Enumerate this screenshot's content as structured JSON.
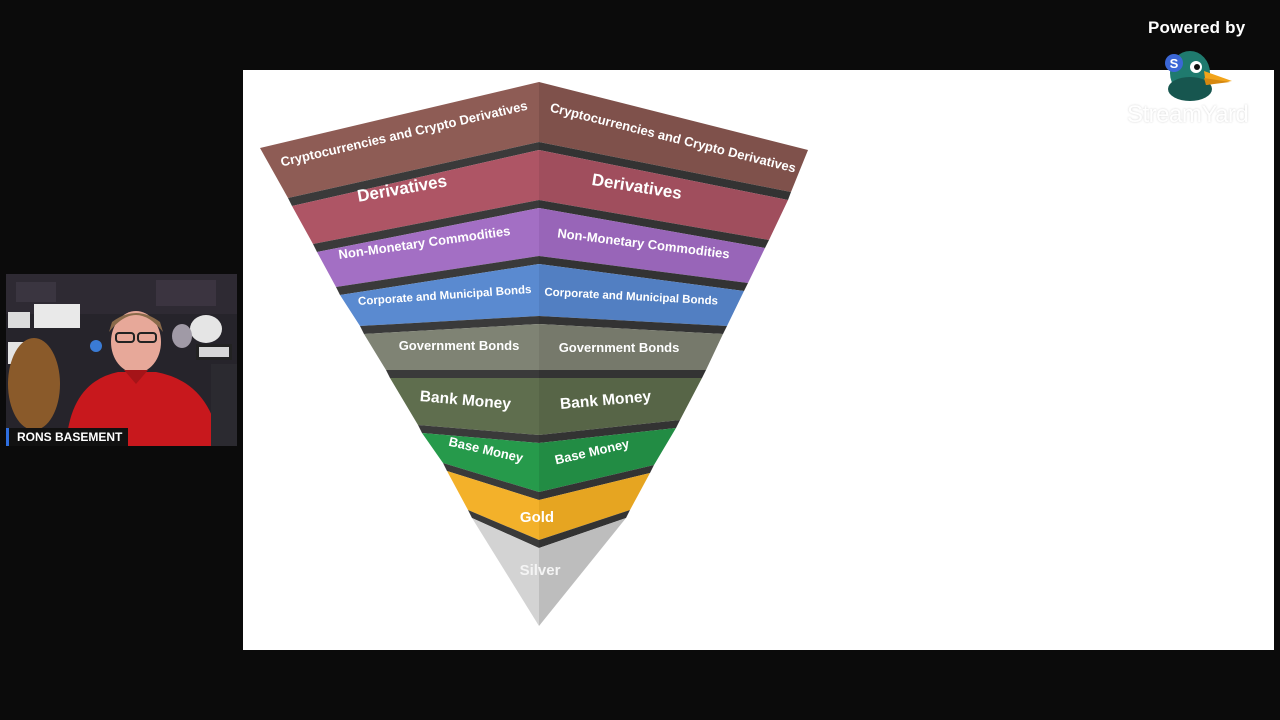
{
  "branding": {
    "powered_by": "Powered by",
    "name": "StreamYard"
  },
  "camera": {
    "label": "RONS BASEMENT"
  },
  "slide": {
    "left_labels": [
      "Cryptocurrencies and Crypto Derivatives",
      "Derivatives",
      "Non-Monetary Commodities",
      "Corporate and Municipal Bonds",
      "Government Bonds",
      "Bank Money",
      "Base Money"
    ],
    "right_labels": [
      "Cryptocurrencies and Crypto Derivatives",
      "Derivatives",
      "Non-Monetary Commodities",
      "Corporate and Municipal Bonds",
      "Government Bonds",
      "Bank Money",
      "Base Money"
    ],
    "tip_labels": [
      "Gold",
      "Silver"
    ],
    "colors": {
      "crypto": "#8e5c55",
      "derivatives": "#ae5565",
      "commodities": "#a36fc4",
      "bonds_corp": "#5a8ad0",
      "bonds_gov": "#7f8374",
      "bank_money": "#5f6e4e",
      "base_money": "#269a4b",
      "gold": "#f3b12a",
      "silver": "#cccccc"
    }
  }
}
